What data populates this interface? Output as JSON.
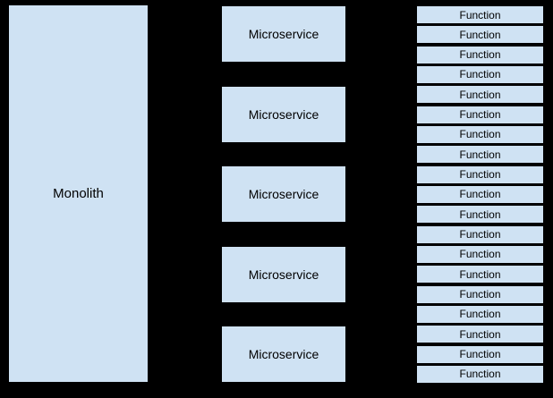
{
  "diagram": {
    "background_color": "#000000",
    "box_fill_color": "#cfe2f3",
    "text_color": "#000000",
    "monolith": {
      "label": "Monolith"
    },
    "microservices": [
      "Microservice",
      "Microservice",
      "Microservice",
      "Microservice",
      "Microservice"
    ],
    "functions": [
      "Function",
      "Function",
      "Function",
      "Function",
      "Function",
      "Function",
      "Function",
      "Function",
      "Function",
      "Function",
      "Function",
      "Function",
      "Function",
      "Function",
      "Function",
      "Function",
      "Function",
      "Function",
      "Function"
    ]
  }
}
